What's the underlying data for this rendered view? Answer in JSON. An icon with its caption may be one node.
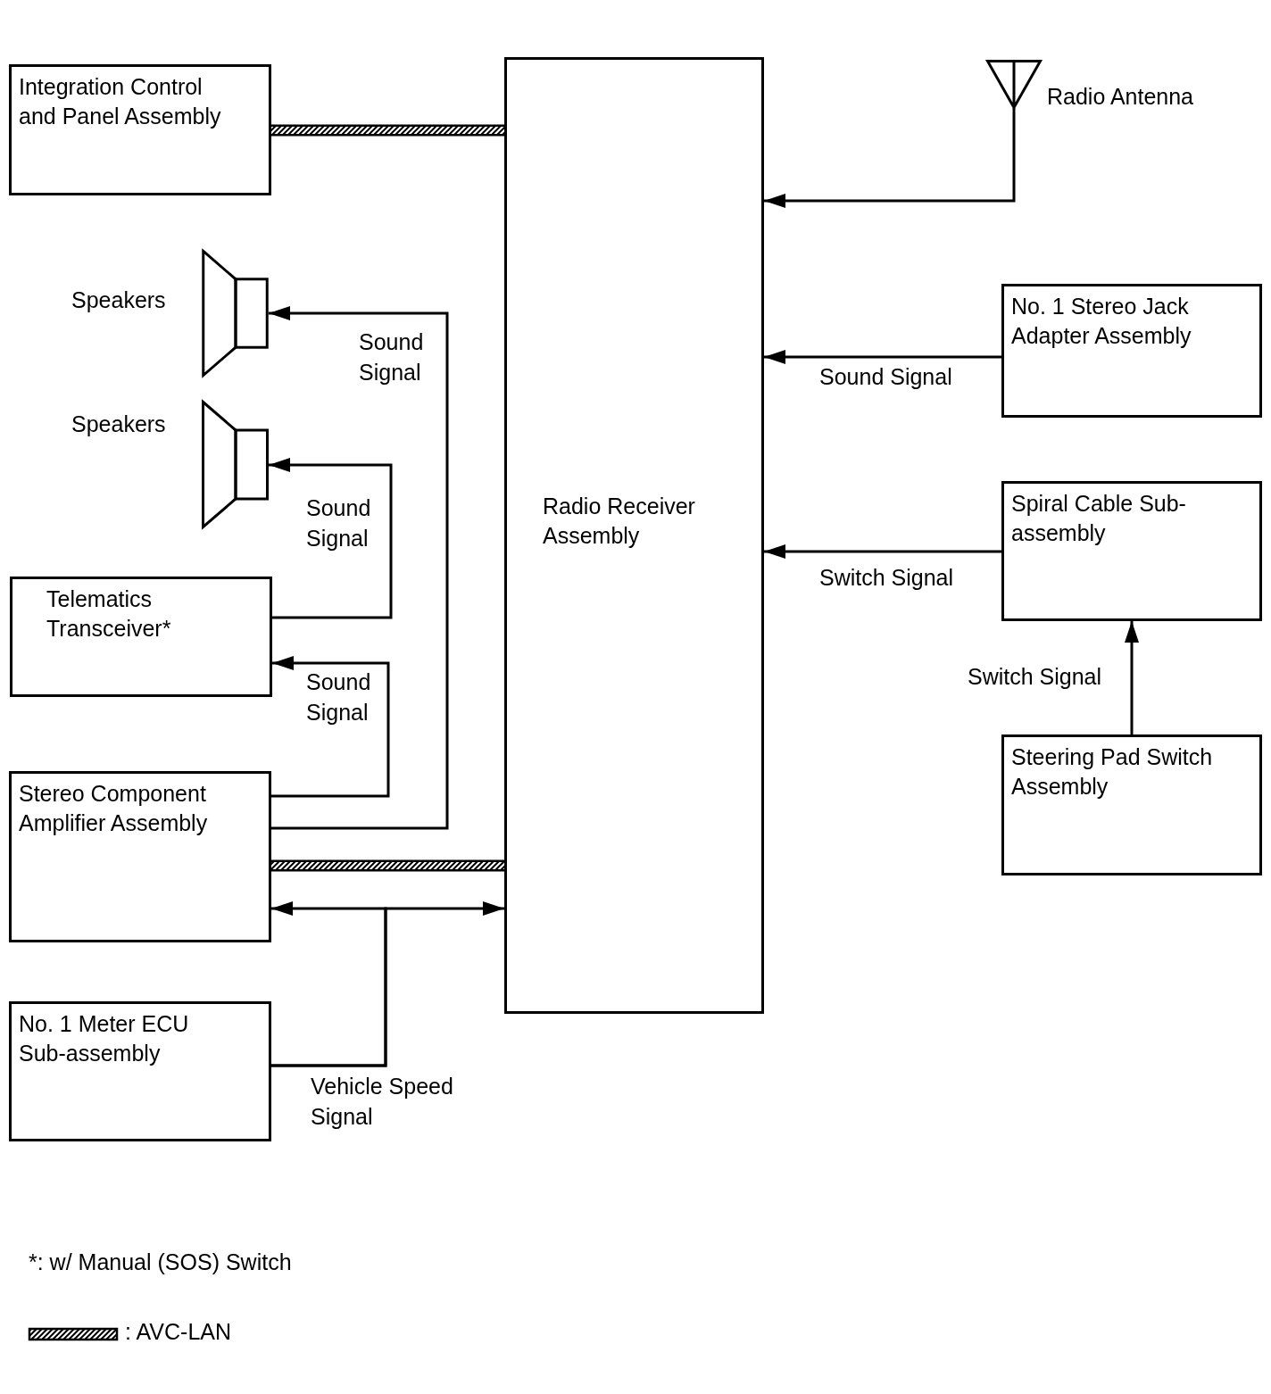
{
  "diagram": {
    "nodes": [
      {
        "text": [
          "Integration Control and Panel Assembly"
        ]
      },
      {
        "text": [
          "Radio Receiver Assembly"
        ]
      },
      {
        "text": [],
        "shape": "antenna",
        "beside": [
          "Radio Antenna"
        ]
      },
      {
        "text": [],
        "shape": "speaker",
        "beside": [
          "Speakers"
        ]
      },
      {
        "text": [],
        "shape": "speaker",
        "beside": [
          "Speakers"
        ]
      },
      {
        "text": [
          "No. 1 Stereo Jack Adapter Assembly"
        ]
      },
      {
        "text": [
          "Spiral Cable Sub-assembly"
        ]
      },
      {
        "text": [
          "Telematics Transceiver*"
        ]
      },
      {
        "text": [
          "Stereo Component Amplifier Assembly"
        ]
      },
      {
        "text": [
          "Steering Pad Switch Assembly"
        ]
      },
      {
        "text": [
          "No. 1 Meter ECU Sub-assembly"
        ]
      }
    ],
    "edges": [
      {
        "from": 0,
        "to": 1,
        "arrow": "none",
        "style": "thick"
      },
      {
        "from": 2,
        "to": 1,
        "arrow": "to"
      },
      {
        "from": 5,
        "to": 1,
        "arrow": "to",
        "label": "Sound Signal"
      },
      {
        "from": 6,
        "to": 1,
        "arrow": "to",
        "label": "Switch Signal"
      },
      {
        "from": 9,
        "to": 6,
        "arrow": "to",
        "label": "Switch Signal"
      },
      {
        "from": 8,
        "to": 3,
        "arrow": "to",
        "label": "Sound Signal"
      },
      {
        "from": 7,
        "to": 4,
        "arrow": "to",
        "label": "Sound Signal"
      },
      {
        "from": 8,
        "to": 7,
        "arrow": "to",
        "label": "Sound Signal"
      },
      {
        "from": 8,
        "to": 1,
        "arrow": "none",
        "style": "thick"
      },
      {
        "from": 10,
        "to": 8,
        "arrow": "to",
        "label": "Vehicle Speed Signal"
      },
      {
        "from": 10,
        "to": 1,
        "arrow": "to"
      }
    ],
    "labels": [
      "*: w/ Manual (SOS) Switch"
    ],
    "legend": [
      {
        "text": ": AVC-LAN"
      }
    ]
  }
}
